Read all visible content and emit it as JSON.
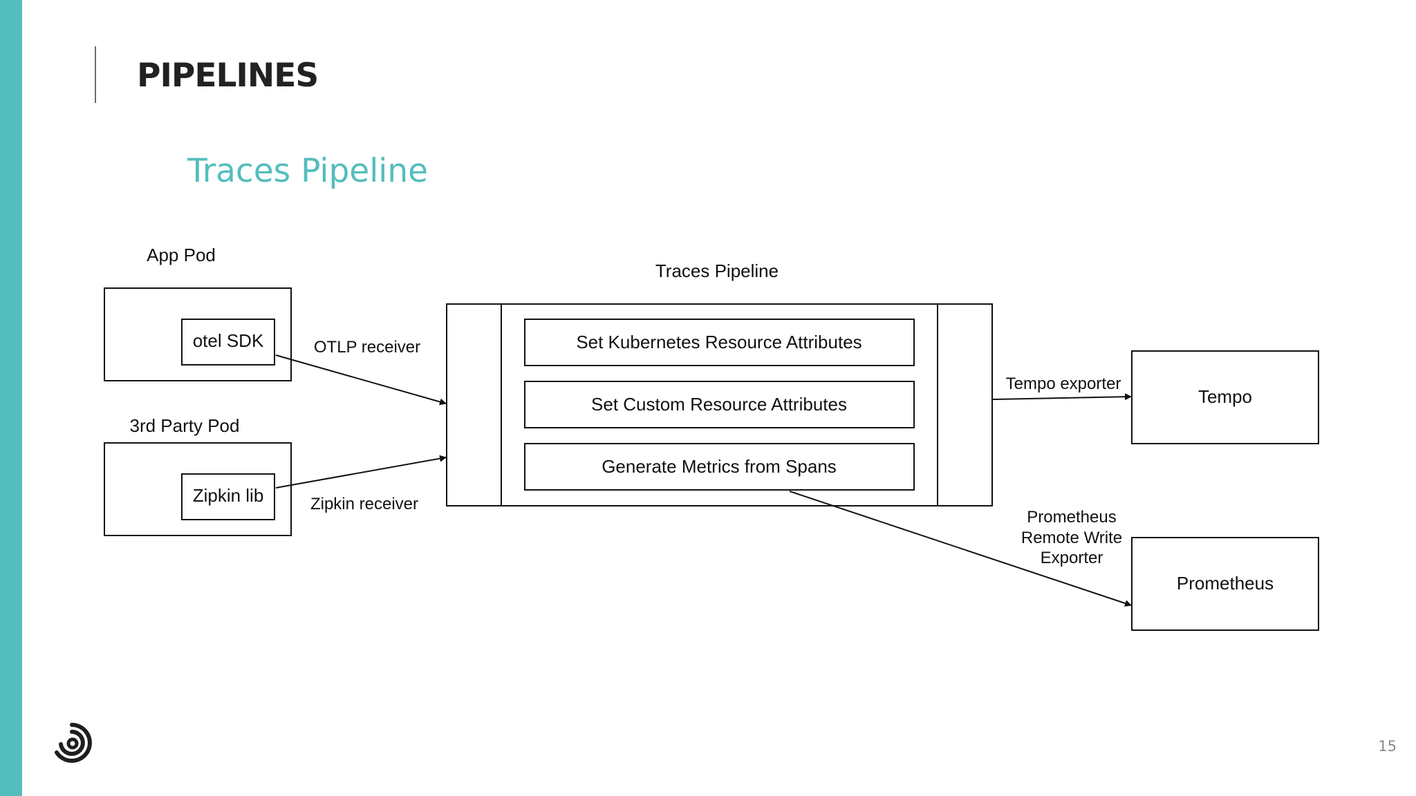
{
  "slide": {
    "title": "PIPELINES",
    "subtitle": "Traces Pipeline",
    "page_number": "15",
    "accent_color": "#54bdbd"
  },
  "diagram": {
    "app_pod": {
      "label": "App Pod",
      "inner": "otel SDK"
    },
    "third_party_pod": {
      "label": "3rd Party Pod",
      "inner": "Zipkin lib"
    },
    "receivers": {
      "otlp": "OTLP receiver",
      "zipkin": "Zipkin receiver"
    },
    "pipeline": {
      "label": "Traces Pipeline",
      "processors": [
        "Set Kubernetes Resource Attributes",
        "Set Custom Resource Attributes",
        "Generate Metrics from Spans"
      ]
    },
    "exporters": {
      "tempo": "Tempo exporter",
      "prometheus": [
        "Prometheus",
        "Remote Write",
        "Exporter"
      ]
    },
    "destinations": {
      "tempo": "Tempo",
      "prometheus": "Prometheus"
    }
  },
  "icons": {
    "logo": "swirl-logo-icon"
  }
}
